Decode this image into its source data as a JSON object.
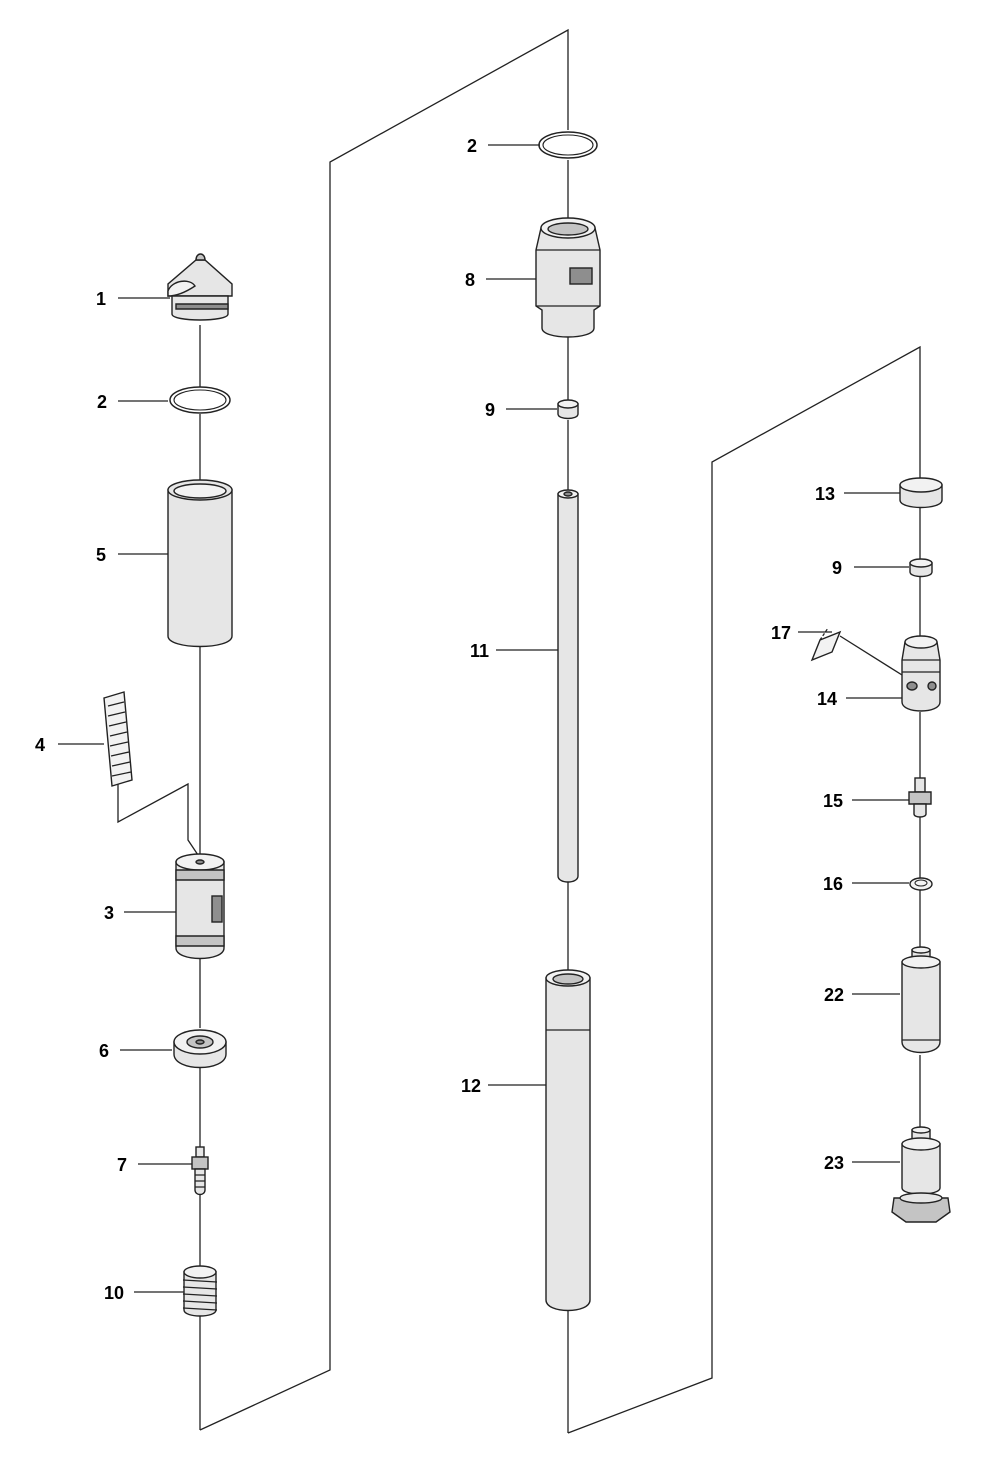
{
  "callouts": [
    {
      "id": "c1",
      "text": "1"
    },
    {
      "id": "c2a",
      "text": "2"
    },
    {
      "id": "c5",
      "text": "5"
    },
    {
      "id": "c4",
      "text": "4"
    },
    {
      "id": "c3",
      "text": "3"
    },
    {
      "id": "c6",
      "text": "6"
    },
    {
      "id": "c7",
      "text": "7"
    },
    {
      "id": "c10",
      "text": "10"
    },
    {
      "id": "c2b",
      "text": "2"
    },
    {
      "id": "c8",
      "text": "8"
    },
    {
      "id": "c9a",
      "text": "9"
    },
    {
      "id": "c11",
      "text": "11"
    },
    {
      "id": "c12",
      "text": "12"
    },
    {
      "id": "c13",
      "text": "13"
    },
    {
      "id": "c9b",
      "text": "9"
    },
    {
      "id": "c17",
      "text": "17"
    },
    {
      "id": "c14",
      "text": "14"
    },
    {
      "id": "c15",
      "text": "15"
    },
    {
      "id": "c16",
      "text": "16"
    },
    {
      "id": "c22",
      "text": "22"
    },
    {
      "id": "c23",
      "text": "23"
    }
  ]
}
